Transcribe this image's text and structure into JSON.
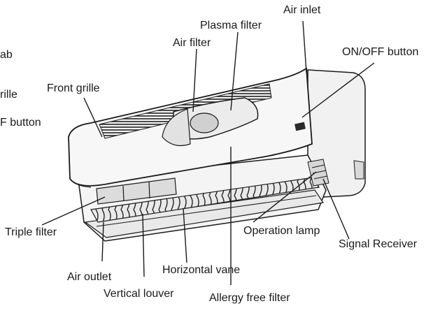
{
  "labels": {
    "air_inlet": "Air inlet",
    "plasma_filter": "Plasma filter",
    "air_filter": "Air filter",
    "on_off_button": "ON/OFF button",
    "front_grille": "Front grille",
    "triple_filter": "Triple filter",
    "operation_lamp": "Operation lamp",
    "signal_receiver": "Signal Receiver",
    "air_outlet": "Air outlet",
    "horizontal_vane": "Horizontal vane",
    "vertical_louver": "Vertical louver",
    "allergy_free_filter": "Allergy free filter",
    "cut_tab": "ab",
    "cut_grille": "rille",
    "cut_button": "F button"
  },
  "colors": {
    "line": "#1a1a1a",
    "body_fill": "#f4f4f4",
    "shade": "#cfcfcf",
    "dark": "#2b2b2b"
  }
}
